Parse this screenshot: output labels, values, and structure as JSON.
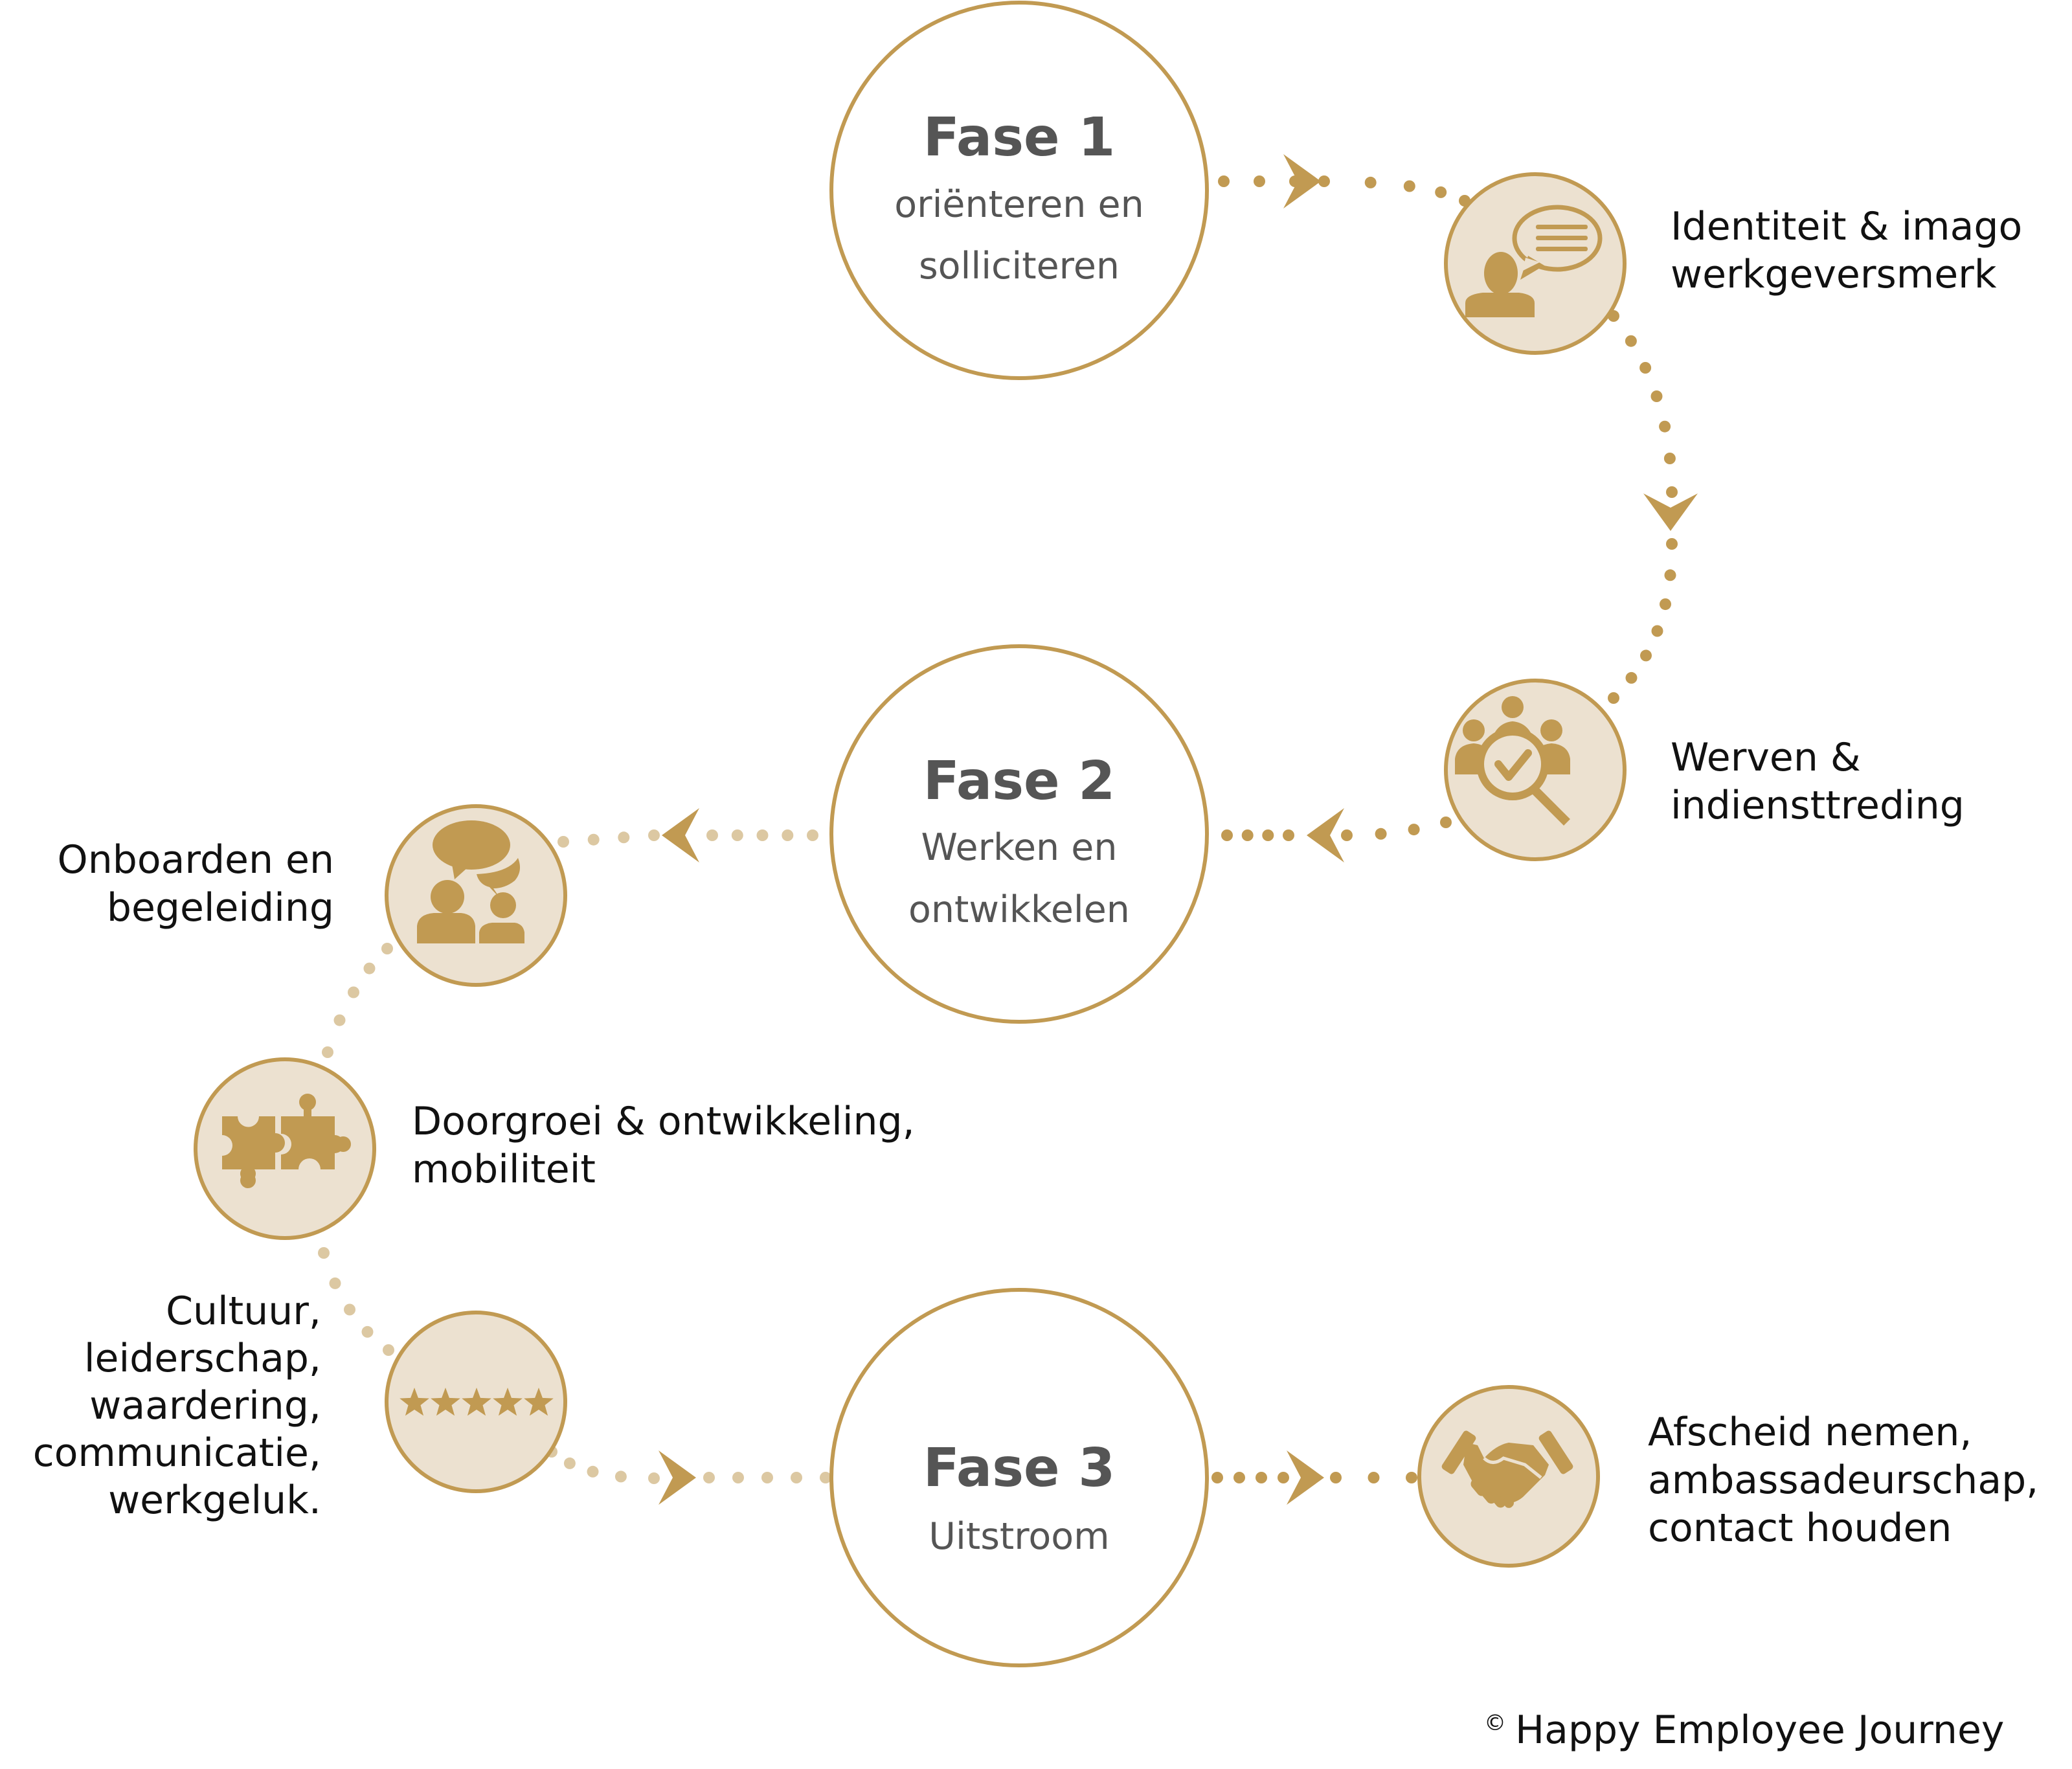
{
  "colors": {
    "gold": "#c19a52",
    "beige_dots": "#dcc8a2",
    "icon_fill": "#ece1d0",
    "phase_text": "#555555",
    "label_text": "#111111",
    "background": "#ffffff"
  },
  "phases": [
    {
      "id": "fase-1",
      "title": "Fase 1",
      "subtitle_lines": [
        "oriënteren en",
        "solliciteren"
      ]
    },
    {
      "id": "fase-2",
      "title": "Fase 2",
      "subtitle_lines": [
        "Werken en",
        "ontwikkelen"
      ]
    },
    {
      "id": "fase-3",
      "title": "Fase 3",
      "subtitle_lines": [
        "Uitstroom"
      ]
    }
  ],
  "steps": [
    {
      "id": "identiteit",
      "icon": "person-speech-bubble-icon",
      "label_lines": [
        "Identiteit & imago",
        "werkgeversmerk"
      ]
    },
    {
      "id": "werven",
      "icon": "team-magnifier-check-icon",
      "label_lines": [
        "Werven &",
        "indiensttreding"
      ]
    },
    {
      "id": "onboarden",
      "icon": "two-people-conversation-icon",
      "label_lines": [
        "Onboarden en",
        "begeleiding"
      ]
    },
    {
      "id": "doorgroei",
      "icon": "puzzle-pieces-icon",
      "label_lines": [
        "Doorgroei & ontwikkeling,",
        "mobiliteit"
      ]
    },
    {
      "id": "cultuur",
      "icon": "five-stars-icon",
      "label_lines": [
        "Cultuur,",
        "leiderschap,",
        "waardering,",
        "communicatie,",
        "werkgeluk."
      ]
    },
    {
      "id": "afscheid",
      "icon": "handshake-icon",
      "label_lines": [
        "Afscheid nemen,",
        "ambassadeurschap,",
        "contact houden"
      ]
    }
  ],
  "footer": {
    "copyright_symbol": "©",
    "text": "Happy Employee Journey"
  }
}
